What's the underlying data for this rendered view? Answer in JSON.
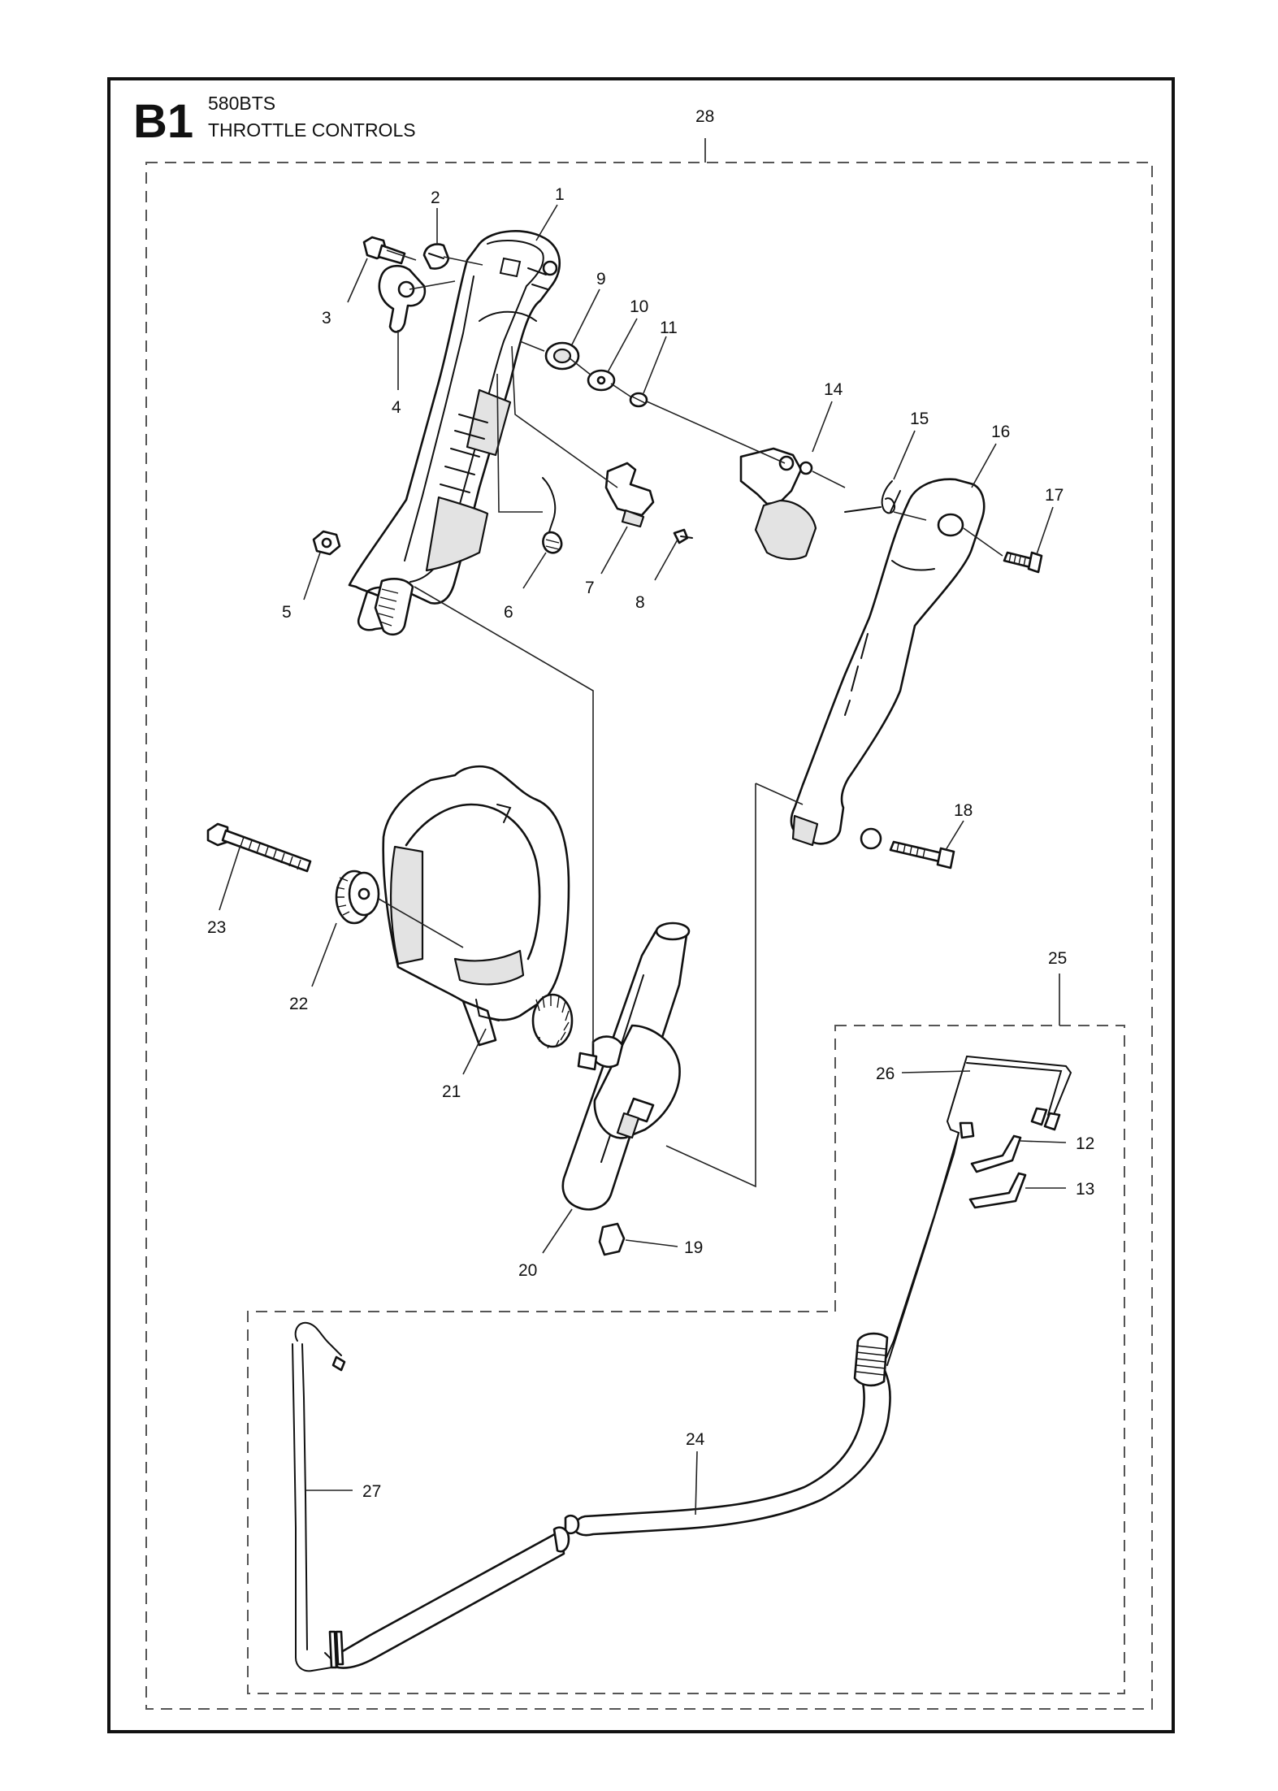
{
  "header": {
    "section_code": "B1",
    "model": "580BTS",
    "title": "THROTTLE CONTROLS"
  },
  "callouts": {
    "c1": "1",
    "c2": "2",
    "c3": "3",
    "c4": "4",
    "c5": "5",
    "c6": "6",
    "c7": "7",
    "c8": "8",
    "c9": "9",
    "c10": "10",
    "c11": "11",
    "c12": "12",
    "c13": "13",
    "c14": "14",
    "c15": "15",
    "c16": "16",
    "c17": "17",
    "c18": "18",
    "c19": "19",
    "c20": "20",
    "c21": "21",
    "c22": "22",
    "c23": "23",
    "c24": "24",
    "c25": "25",
    "c26": "26",
    "c27": "27",
    "c28": "28"
  }
}
